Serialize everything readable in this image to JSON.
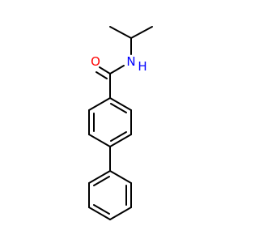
{
  "molecule": {
    "atoms": {
      "oxygen": {
        "symbol": "O",
        "color": "#FF0000"
      },
      "nitrogen": {
        "symbol": "N",
        "color": "#0000FF"
      },
      "nitrogen_h": {
        "symbol": "H",
        "color": "#0000FF"
      }
    },
    "bond_color": "#000000",
    "background": "#FFFFFF"
  }
}
